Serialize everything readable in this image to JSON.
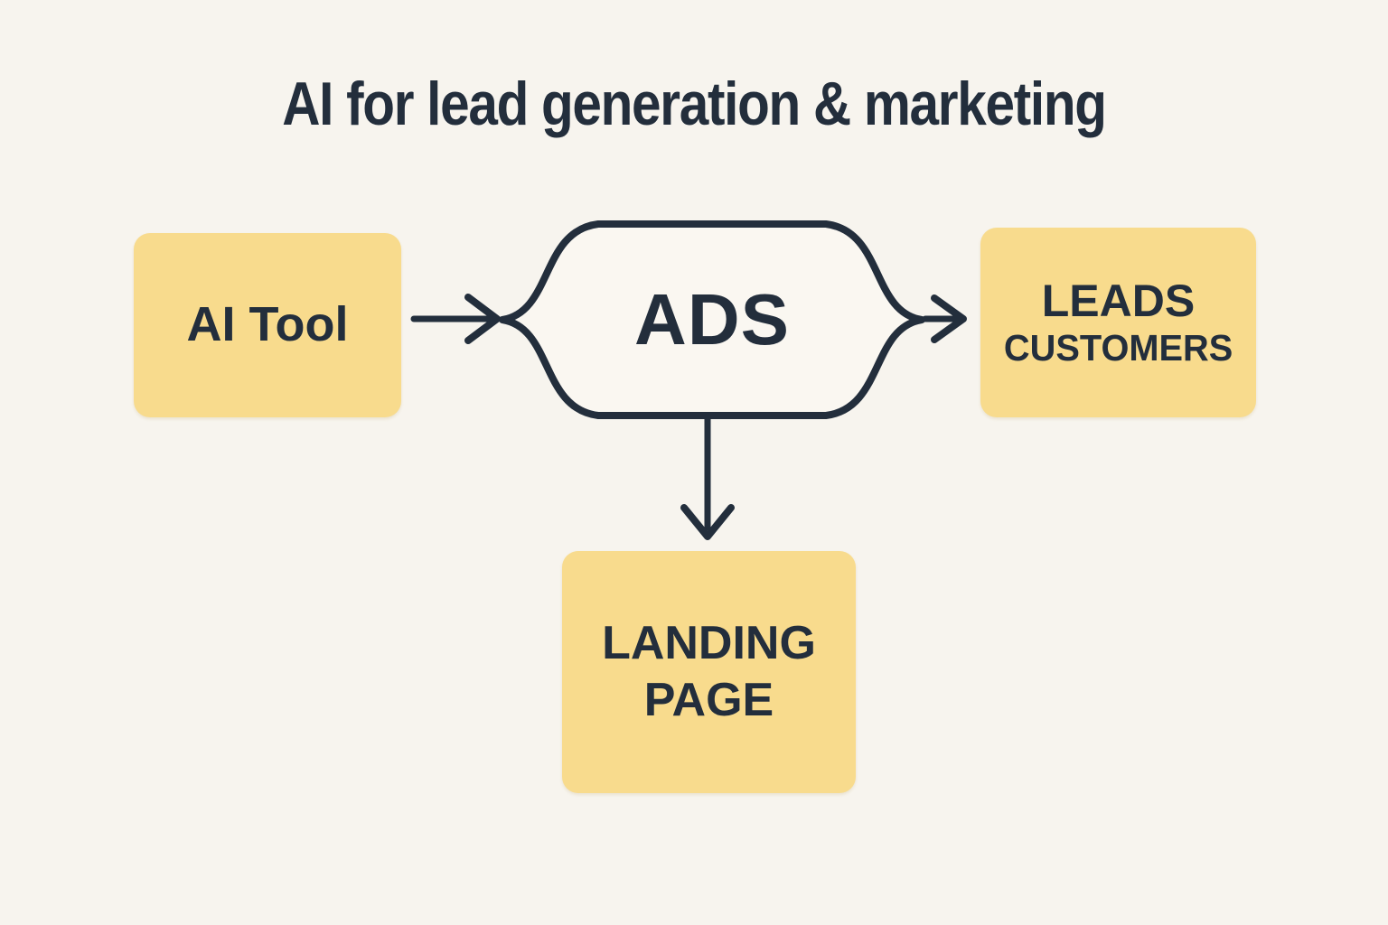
{
  "title": "AI for lead generation & marketing",
  "colors": {
    "background": "#F7F4EE",
    "box_fill": "#F8DB8D",
    "ink": "#232E3C",
    "hexagon_fill": "#FAF7F1"
  },
  "nodes": {
    "ai_tool": {
      "label": "AI Tool"
    },
    "ads": {
      "label": "ADS"
    },
    "leads": {
      "line1": "LEADS",
      "line2": "CUSTOMERS"
    },
    "landing": {
      "line1": "LANDING",
      "line2": "PAGE"
    }
  }
}
